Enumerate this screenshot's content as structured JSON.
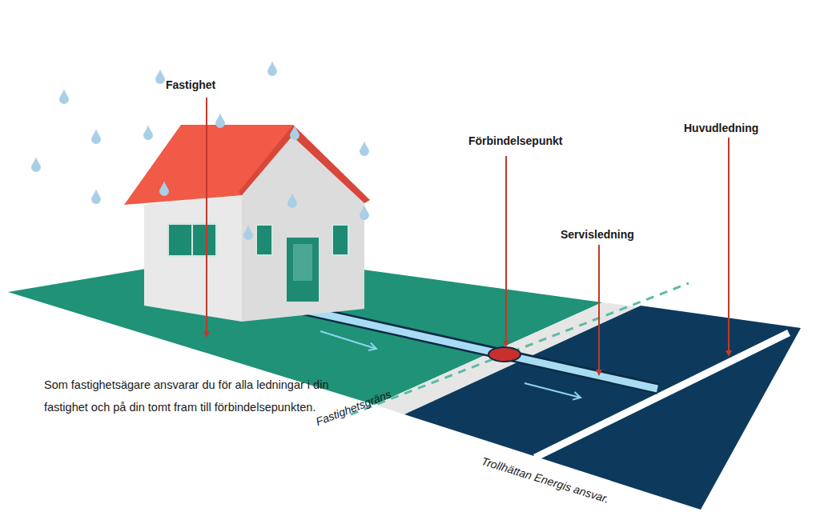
{
  "diagram": {
    "labels": [
      "Fastighet",
      "Förbindelsepunkt",
      "Servisledning",
      "Huvudledning",
      "Som fastighetsägare ansvarar du för alla ledningar i din fastighet och på din tomt fram till förbindelsepunkten.",
      "Fastighetsgräns",
      "Trollhättan Energis ansvar."
    ]
  }
}
